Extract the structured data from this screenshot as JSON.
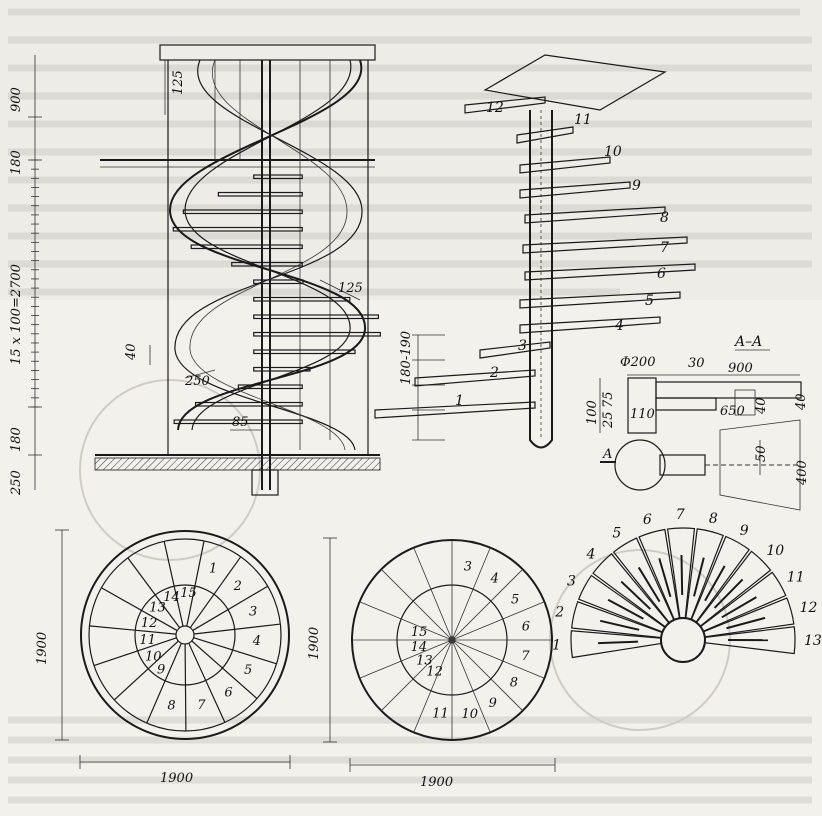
{
  "dimensions": {
    "top_125": "125",
    "top_900": "900",
    "vert_180_upper": "180",
    "vert_15x": "15 x 100=2700",
    "vert_180_lower": "180",
    "vert_250": "250",
    "rail_125": "125",
    "tread_40": "40",
    "radius_250": "250",
    "post_85": "85",
    "rise_180_190": "180-190",
    "plan_1900_a_width": "1900",
    "plan_1900_a_height": "1900",
    "plan_1900_b_width": "1900",
    "plan_1900_b_height": "1900"
  },
  "iso_step_numbers": [
    "1",
    "2",
    "3",
    "4",
    "5",
    "6",
    "7",
    "8",
    "9",
    "10",
    "11",
    "12"
  ],
  "section": {
    "title": "A–A",
    "phi": "Φ200",
    "d900": "900",
    "d30": "30",
    "d100": "100",
    "d75": "75",
    "d25": "25",
    "d110": "110",
    "d650": "650",
    "d40a": "40",
    "d40b": "40",
    "d50": "50",
    "d400": "400",
    "marker_a": "A"
  },
  "plan_left_numbers": [
    "1",
    "2",
    "3",
    "4",
    "5",
    "6",
    "7",
    "8",
    "9",
    "10",
    "11",
    "12",
    "13",
    "14",
    "15"
  ],
  "plan_mid_numbers": [
    "3",
    "4",
    "5",
    "6",
    "7",
    "8",
    "9",
    "10",
    "11",
    "12",
    "13",
    "14",
    "15"
  ],
  "plan_right_numbers": [
    "1",
    "2",
    "3",
    "4",
    "5",
    "6",
    "7",
    "8",
    "9",
    "10",
    "11",
    "12",
    "13"
  ],
  "colors": {
    "ink": "#1a1a1a",
    "paper": "#f3f1ec"
  }
}
